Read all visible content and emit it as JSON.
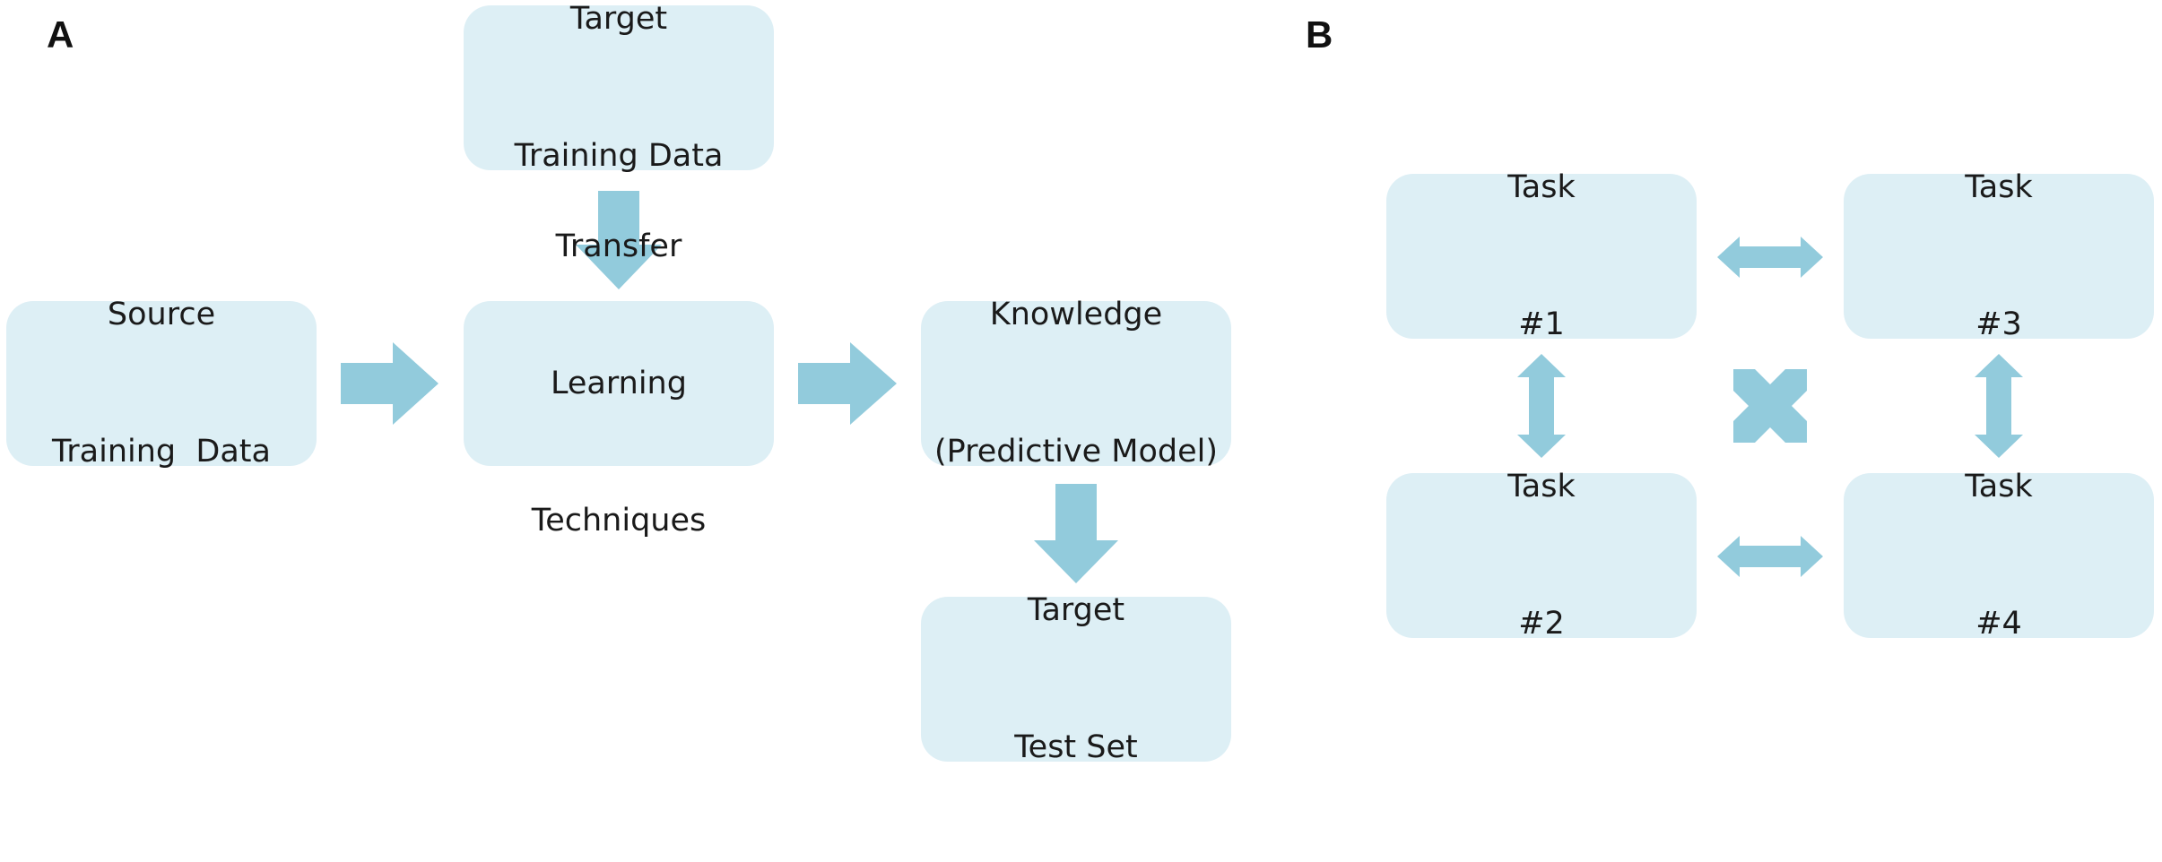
{
  "colors": {
    "box_fill": "#ddeff5",
    "arrow_fill": "#92cbdc",
    "text": "#1a1a1a"
  },
  "panel_a": {
    "label": "A",
    "nodes": {
      "target_training": {
        "line1": "Target",
        "line2": "Training Data"
      },
      "source_training": {
        "line1": "Source",
        "line2": "Training  Data"
      },
      "transfer": {
        "line1": "Transfer",
        "line2": "Learning",
        "line3": "Techniques"
      },
      "knowledge": {
        "line1": "Knowledge",
        "line2": "(Predictive Model)"
      },
      "target_test": {
        "line1": "Target",
        "line2": "Test Set"
      }
    }
  },
  "panel_b": {
    "label": "B",
    "nodes": {
      "task1": {
        "line1": "Task",
        "line2": "#1"
      },
      "task2": {
        "line1": "Task",
        "line2": "#2"
      },
      "task3": {
        "line1": "Task",
        "line2": "#3"
      },
      "task4": {
        "line1": "Task",
        "line2": "#4"
      }
    }
  }
}
